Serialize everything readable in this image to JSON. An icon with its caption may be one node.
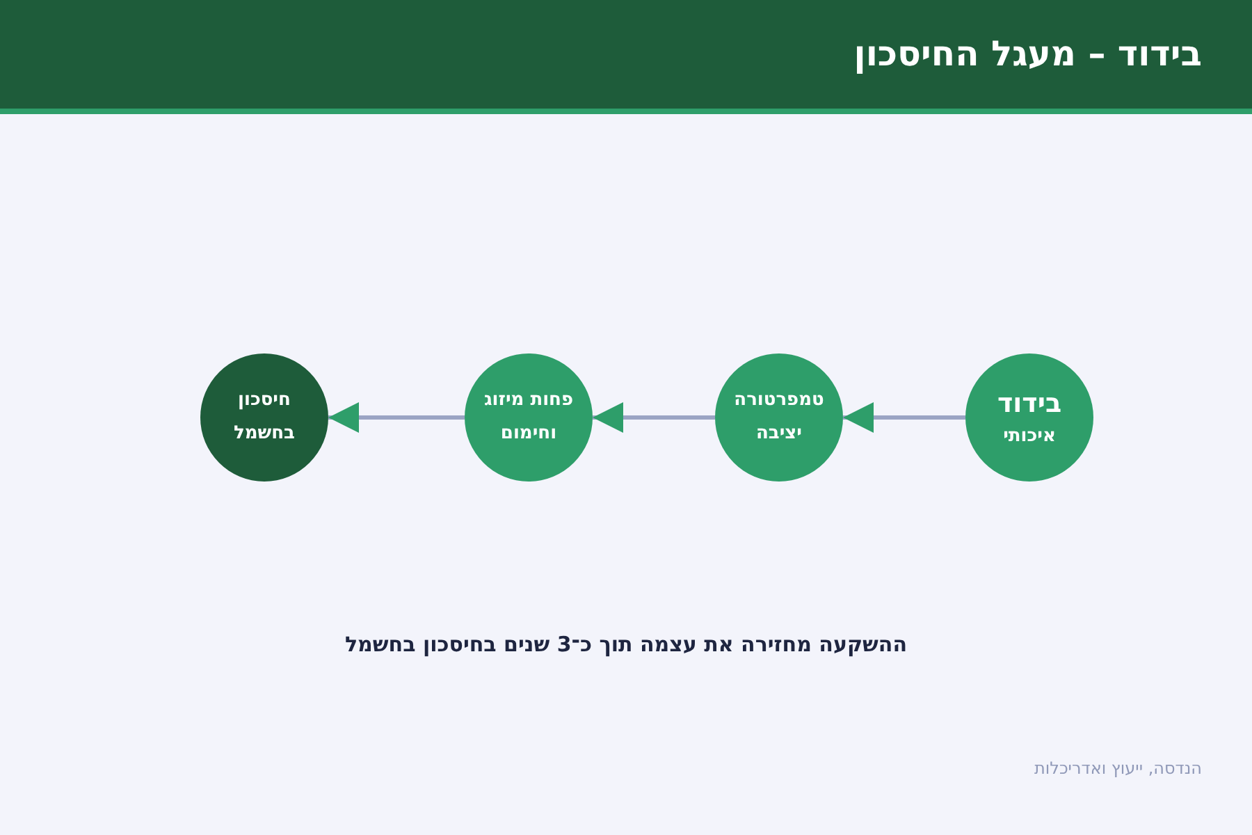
{
  "diagram": {
    "title": "בידוד – מעגל החיסכון",
    "nodes": [
      {
        "text": [
          "בידוד",
          "איכותי"
        ]
      },
      {
        "text": [
          "טמפרטורה יציבה"
        ]
      },
      {
        "text": [
          "פחות מיזוג וחימום"
        ]
      },
      {
        "text": [
          "חיסכון בחשמל"
        ]
      }
    ],
    "edges": [
      {
        "from": 0,
        "to": 1,
        "arrow": "to"
      },
      {
        "from": 1,
        "to": 2,
        "arrow": "to"
      },
      {
        "from": 2,
        "to": 3,
        "arrow": "to"
      }
    ],
    "caption": "ההשקעה מחזירה את עצמה תוך כ־3 שנים בחיסכון בחשמל",
    "labels": [
      "הנדסה, ייעוץ ואדריכלות"
    ]
  }
}
